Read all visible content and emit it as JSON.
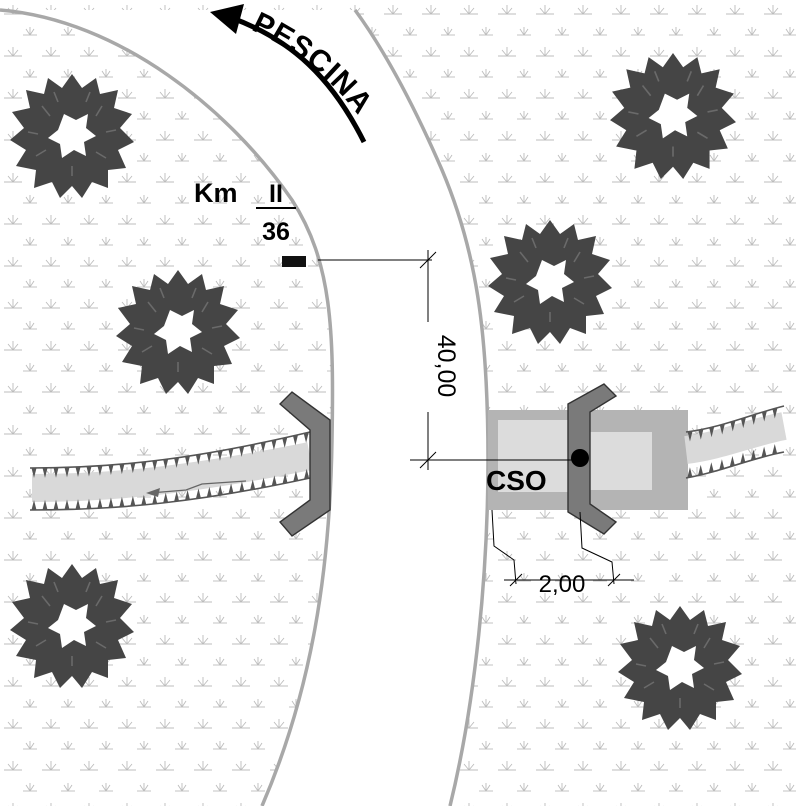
{
  "diagram": {
    "river_name": "PESCINA",
    "km_label": "Km",
    "km_numerator": "II",
    "km_denominator": "36",
    "distance_label": "40,00",
    "cso_label": "CSO",
    "offset_label": "2,00"
  },
  "colors": {
    "background": "#ffffff",
    "bank_line": "#a9a9a9",
    "tree_fill": "#4a4a4a",
    "grass_symbol": "#b8b8b8",
    "channel_fill": "#d9d9d9",
    "headwall_fill": "#7a7a7a",
    "structure_fill": "#b4b4b4",
    "structure_inner": "#dcdcdc",
    "dimension_line": "#000000"
  },
  "icons": {
    "tree": "tree-canopy-icon",
    "grass": "marsh-grass-symbol",
    "arrow": "flow-direction-arrow-icon",
    "survey_marker": "kilometre-marker-icon",
    "outlet": "outlet-point-icon"
  }
}
